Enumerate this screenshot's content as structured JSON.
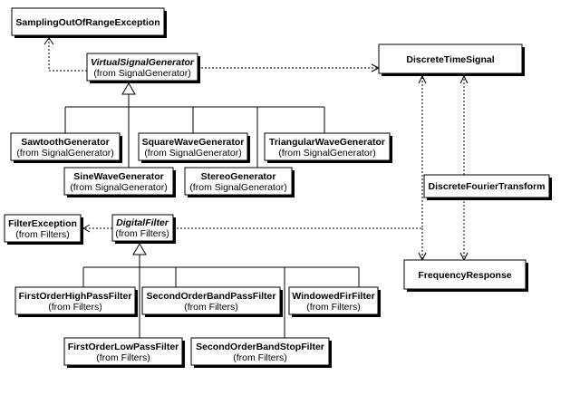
{
  "classes": {
    "sampling_exc": {
      "name": "SamplingOutOfRangeException"
    },
    "virtual_gen": {
      "name": "VirtualSignalGenerator",
      "from": "(from SignalGenerator)"
    },
    "discrete_time": {
      "name": "DiscreteTimeSignal"
    },
    "sawtooth": {
      "name": "SawtoothGenerator",
      "from": "(from SignalGenerator)"
    },
    "square": {
      "name": "SquareWaveGenerator",
      "from": "(from SignalGenerator)"
    },
    "triangular": {
      "name": "TriangularWaveGenerator",
      "from": "(from SignalGenerator)"
    },
    "sine": {
      "name": "SineWaveGenerator",
      "from": "(from SignalGenerator)"
    },
    "stereo": {
      "name": "StereoGenerator",
      "from": "(from SignalGenerator)"
    },
    "dft": {
      "name": "DiscreteFourierTransform"
    },
    "filter_exc": {
      "name": "FilterException",
      "from": "(from Filters)"
    },
    "digital_filter": {
      "name": "DigitalFilter",
      "from": "(from Filters)"
    },
    "freq_response": {
      "name": "FrequencyResponse"
    },
    "fo_highpass": {
      "name": "FirstOrderHighPassFilter",
      "from": "(from Filters)"
    },
    "so_bandpass": {
      "name": "SecondOrderBandPassFilter",
      "from": "(from Filters)"
    },
    "windowed_fir": {
      "name": "WindowedFirFilter",
      "from": "(from Filters)"
    },
    "fo_lowpass": {
      "name": "FirstOrderLowPassFilter",
      "from": "(from Filters)"
    },
    "so_bandstop": {
      "name": "SecondOrderBandStopFilter",
      "from": "(from Filters)"
    }
  }
}
